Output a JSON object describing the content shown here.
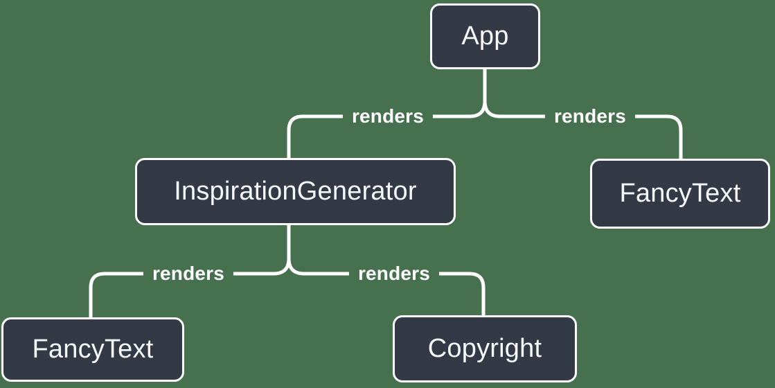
{
  "colors": {
    "background": "#47714E",
    "node_fill": "#333A46",
    "node_border": "#FFFFFF",
    "edge_line": "#FFFFFF",
    "node_text": "#F6F7F9",
    "edge_label_text": "#FFFFFF"
  },
  "diagram": {
    "type": "component-render-tree",
    "nodes": [
      {
        "id": "app",
        "label": "App"
      },
      {
        "id": "inspiration-generator",
        "label": "InspirationGenerator"
      },
      {
        "id": "fancy-text-top-right",
        "label": "FancyText"
      },
      {
        "id": "fancy-text-bottom-left",
        "label": "FancyText"
      },
      {
        "id": "copyright",
        "label": "Copyright"
      }
    ],
    "edges": [
      {
        "from": "App",
        "to": "InspirationGenerator",
        "label": "renders"
      },
      {
        "from": "App",
        "to": "FancyText",
        "label": "renders"
      },
      {
        "from": "InspirationGenerator",
        "to": "FancyText",
        "label": "renders"
      },
      {
        "from": "InspirationGenerator",
        "to": "Copyright",
        "label": "renders"
      }
    ]
  }
}
